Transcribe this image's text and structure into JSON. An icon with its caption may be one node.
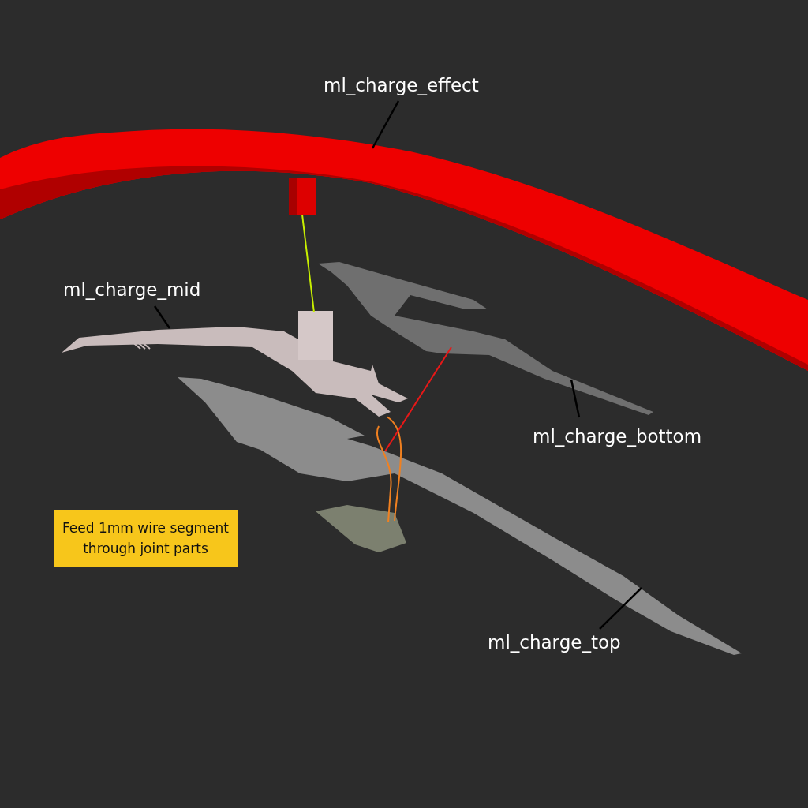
{
  "diagram": {
    "nodes": [
      {
        "text": [
          "ml_charge_effect"
        ]
      },
      {
        "text": [],
        "shape": "picture"
      },
      {
        "text": [
          "ml_charge_mid"
        ]
      },
      {
        "text": [],
        "shape": "picture"
      },
      {
        "text": [
          "ml_charge_bottom"
        ]
      },
      {
        "text": [],
        "shape": "picture"
      },
      {
        "text": [
          "ml_charge_top"
        ]
      },
      {
        "text": [],
        "shape": "picture"
      },
      {
        "text": [
          "Feed 1mm wire segment through joint parts"
        ]
      }
    ],
    "edges": [
      {
        "from": 0,
        "to": 1,
        "arrow": "none"
      },
      {
        "from": 2,
        "to": 3,
        "arrow": "none"
      },
      {
        "from": 4,
        "to": 5,
        "arrow": "none"
      },
      {
        "from": 6,
        "to": 7,
        "arrow": "none"
      },
      {
        "from": 1,
        "to": 3,
        "arrow": "none",
        "color": "#c8f000"
      },
      {
        "from": 5,
        "to": 7,
        "arrow": "none",
        "color": "#e81818"
      }
    ]
  }
}
